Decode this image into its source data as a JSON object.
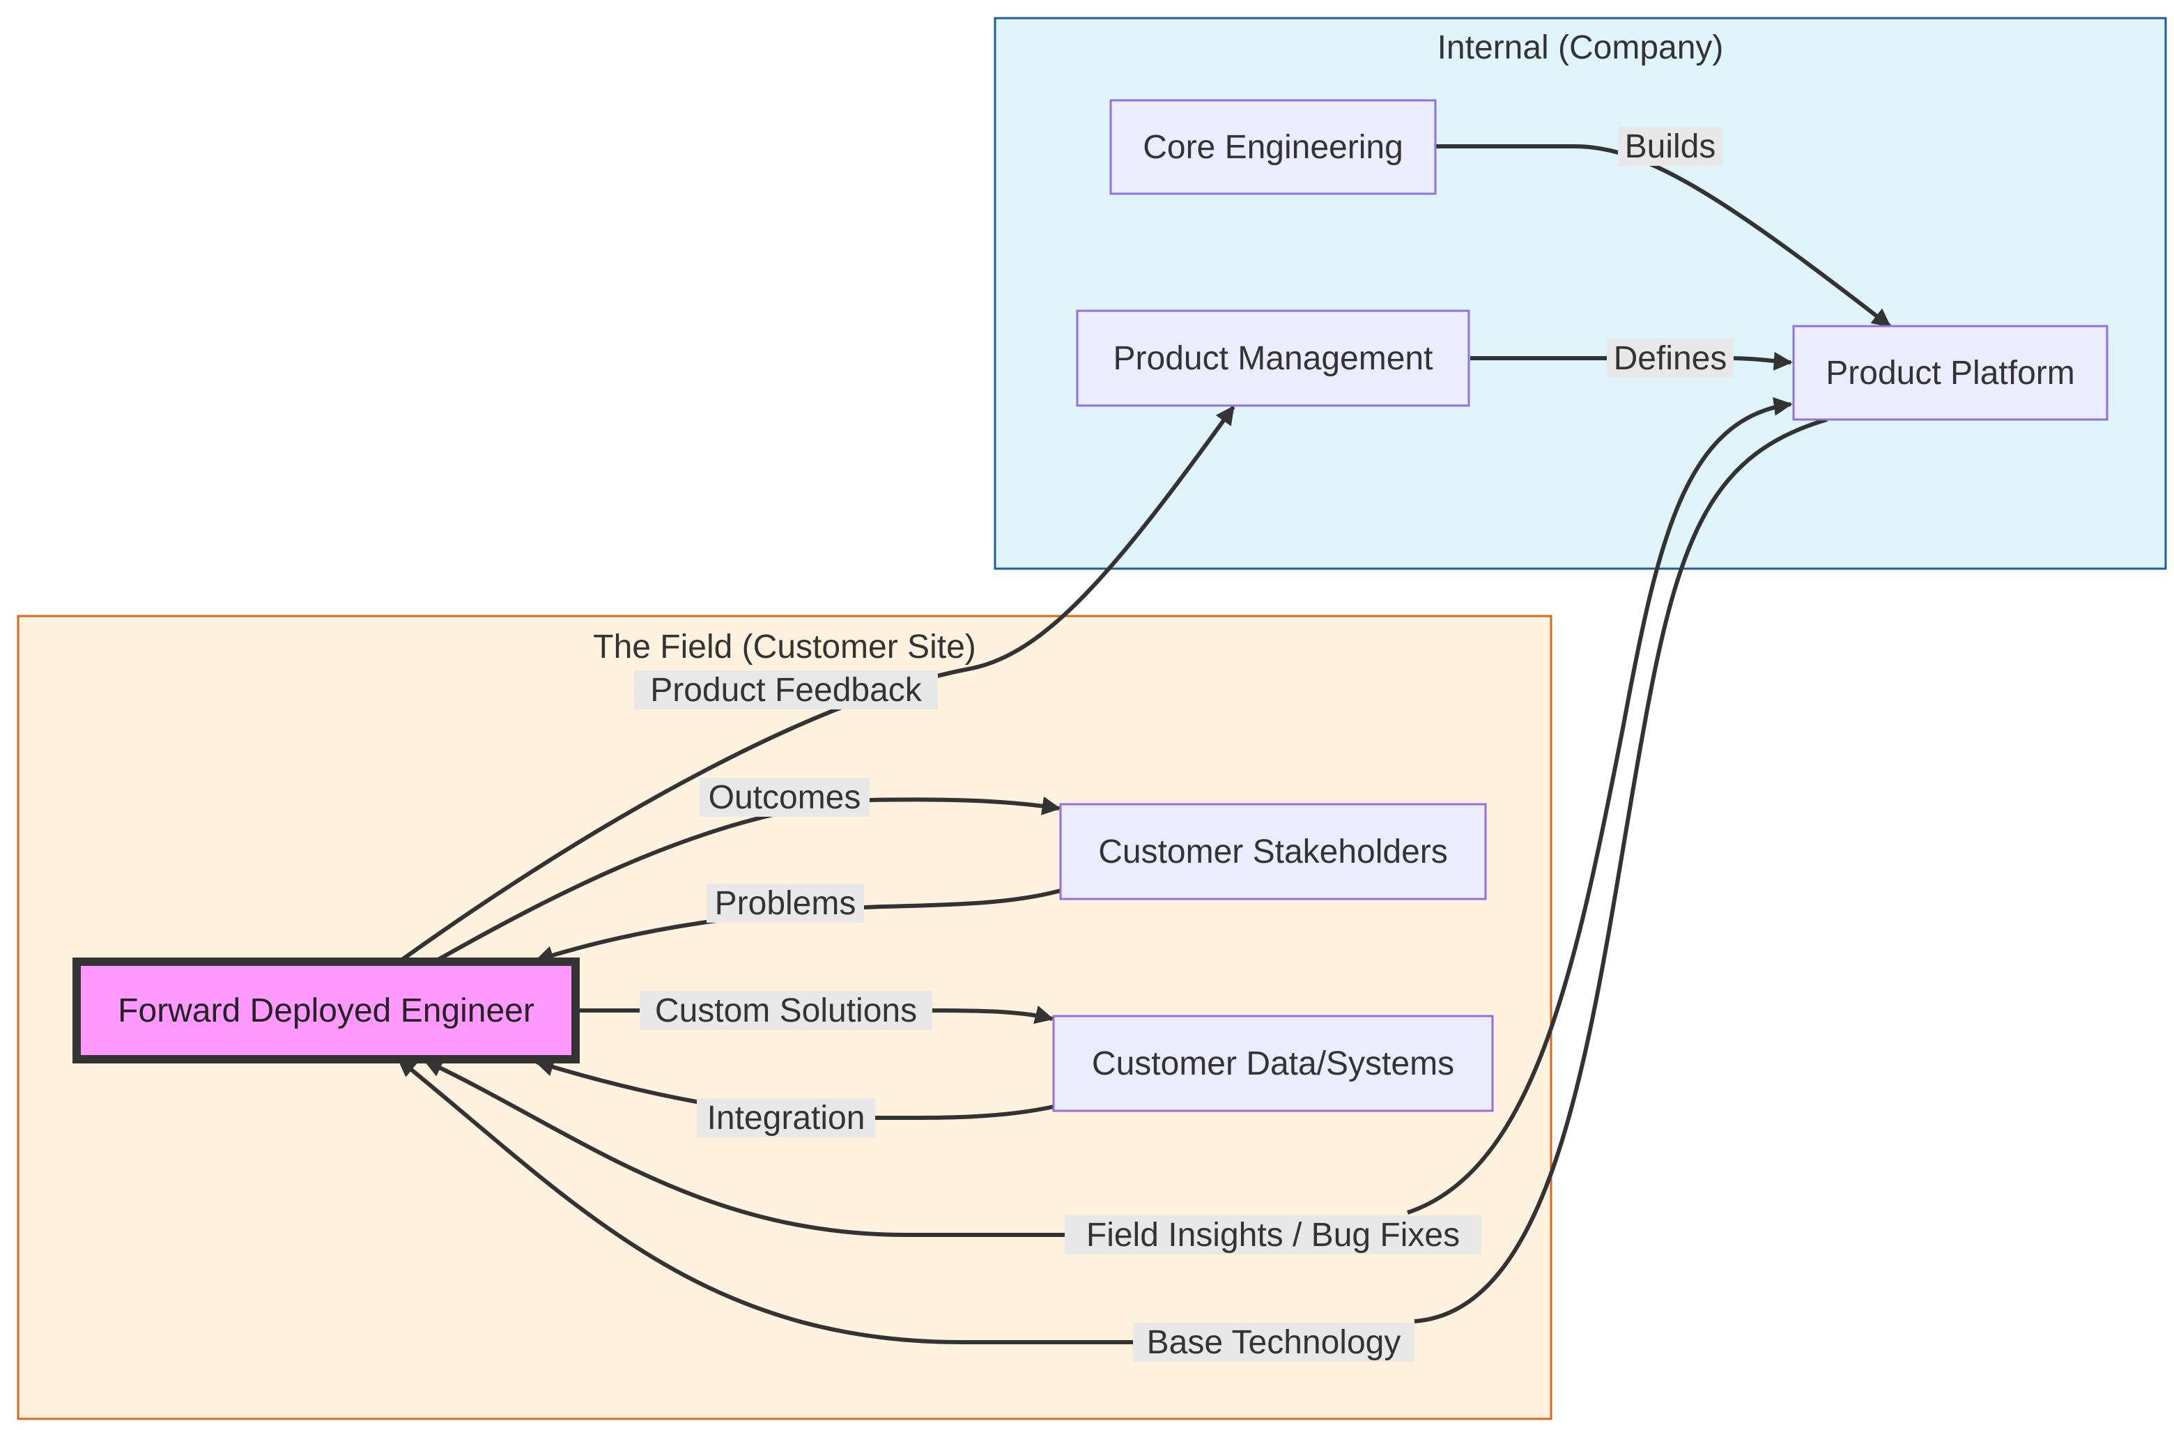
{
  "clusters": {
    "internal": {
      "title": "Internal (Company)",
      "fill": "#e0f4fc",
      "stroke": "#1f5e9a"
    },
    "field": {
      "title": "The Field (Customer Site)",
      "fill": "#fff2df",
      "stroke": "#d4691e"
    }
  },
  "nodes": {
    "core_engineering": "Core Engineering",
    "product_management": "Product Management",
    "product_platform": "Product Platform",
    "customer_stakeholders": "Customer Stakeholders",
    "customer_data_systems": "Customer Data/Systems",
    "fde": "Forward Deployed Engineer"
  },
  "edges": {
    "builds": "Builds",
    "defines": "Defines",
    "product_feedback": "Product Feedback",
    "outcomes": "Outcomes",
    "problems": "Problems",
    "custom_solutions": "Custom Solutions",
    "integration": "Integration",
    "field_insights": "Field Insights / Bug Fixes",
    "base_technology": "Base Technology"
  },
  "colors": {
    "node_fill": "#ececff",
    "node_stroke": "#9370db",
    "highlight_fill": "#ff99ff",
    "highlight_stroke": "#333333",
    "edge_stroke": "#333333",
    "label_background": "#e8e8e8"
  }
}
